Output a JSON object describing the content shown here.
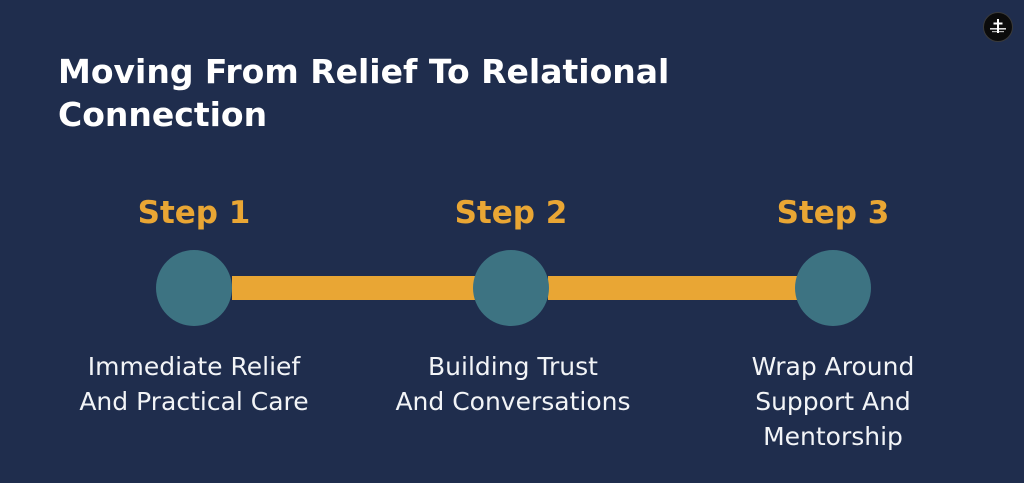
{
  "title": {
    "line1": "Moving From Relief To Relational",
    "line2": "Connection"
  },
  "logo": {
    "icon": "church-logo-icon"
  },
  "colors": {
    "background": "#1f2d4d",
    "accent": "#e9a634",
    "node": "#3d7382",
    "text": "#ffffff"
  },
  "steps": [
    {
      "label": "Step 1",
      "description": [
        "Immediate Relief",
        "And Practical Care"
      ]
    },
    {
      "label": "Step 2",
      "description": [
        "Building Trust",
        "And Conversations"
      ]
    },
    {
      "label": "Step 3",
      "description": [
        "Wrap Around",
        "Support And",
        "Mentorship"
      ]
    }
  ]
}
